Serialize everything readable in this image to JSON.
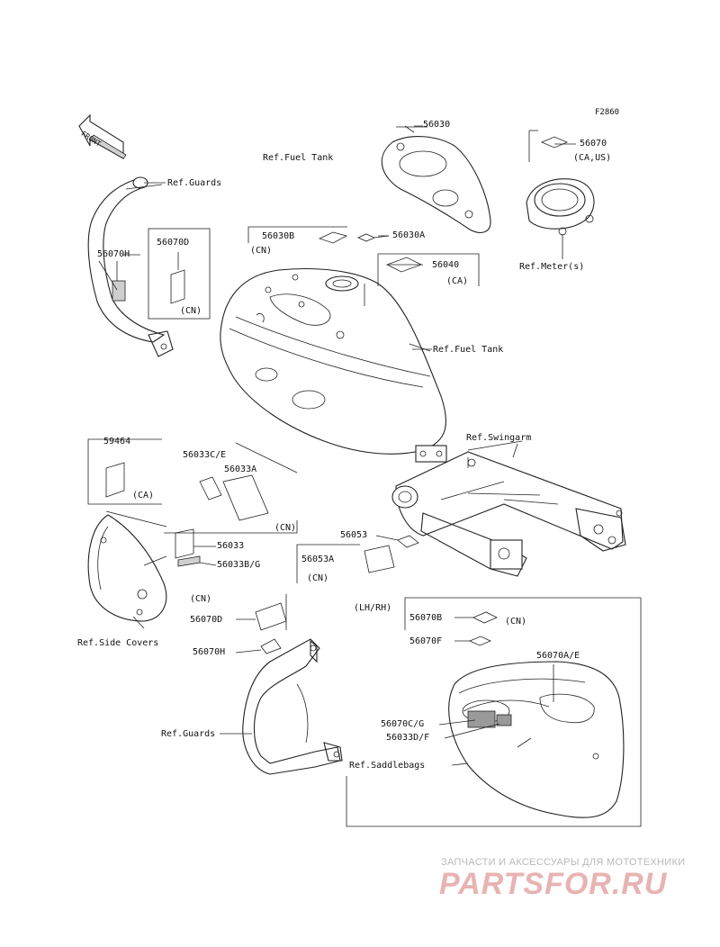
{
  "figure_code": "F2860",
  "front_arrow_text": "FRONT",
  "labels": {
    "p56030": "56030",
    "ref_fuel_tank_top": "Ref.Fuel Tank",
    "p56070": "56070",
    "p56070_region": "(CA,US)",
    "ref_meter": "Ref.Meter(s)",
    "ref_guards_top": "Ref.Guards",
    "p56070h_top": "56070H",
    "p56070d_top": "56070D",
    "cn_56070d": "(CN)",
    "p56030b": "56030B",
    "cn_56030b": "(CN)",
    "p56030a": "56030A",
    "p56040": "56040",
    "ca_56040": "(CA)",
    "ref_fuel_tank_mid": "Ref.Fuel Tank",
    "p59464": "59464",
    "ca_59464": "(CA)",
    "p56033ce": "56033C/E",
    "p56033a": "56033A",
    "cn_56033a": "(CN)",
    "ref_swingarm": "Ref.Swingarm",
    "p56053": "56053",
    "p56053a": "56053A",
    "cn_56053a": "(CN)",
    "p56033": "56033",
    "p56033bg": "56033B/G",
    "cn_56070d_low": "(CN)",
    "p56070d_low": "56070D",
    "lh_rh": "(LH/RH)",
    "p56070b": "56070B",
    "cn_56070b": "(CN)",
    "ref_side_covers": "Ref.Side Covers",
    "p56070h_low": "56070H",
    "p56070f": "56070F",
    "p56070ae": "56070A/E",
    "p56070cg": "56070C/G",
    "p56033df": "56033D/F",
    "ref_guards_low": "Ref.Guards",
    "ref_saddlebags": "Ref.Saddlebags"
  },
  "watermark": {
    "subtitle": "ЗАПЧАСТИ И АКСЕССУАРЫ ДЛЯ МОТОТЕХНИКИ",
    "logo": "PARTSFOR.RU"
  }
}
